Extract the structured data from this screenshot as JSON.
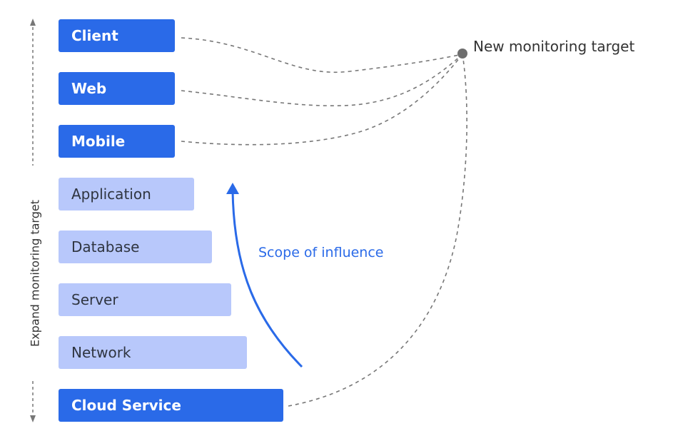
{
  "diagram": {
    "side_label": "Expand monitoring target",
    "target_label": "New monitoring target",
    "scope_label": "Scope of influence",
    "layers": [
      {
        "label": "Client",
        "style": "highlighted"
      },
      {
        "label": "Web",
        "style": "highlighted"
      },
      {
        "label": "Mobile",
        "style": "highlighted"
      },
      {
        "label": "Application",
        "style": "muted"
      },
      {
        "label": "Database",
        "style": "muted"
      },
      {
        "label": "Server",
        "style": "muted"
      },
      {
        "label": "Network",
        "style": "muted"
      },
      {
        "label": "Cloud Service",
        "style": "highlighted"
      }
    ],
    "colors": {
      "highlighted": "#2a6ae8",
      "muted": "#b8c8fb",
      "connector": "#777777",
      "scope_arrow": "#2a6ae8"
    }
  }
}
